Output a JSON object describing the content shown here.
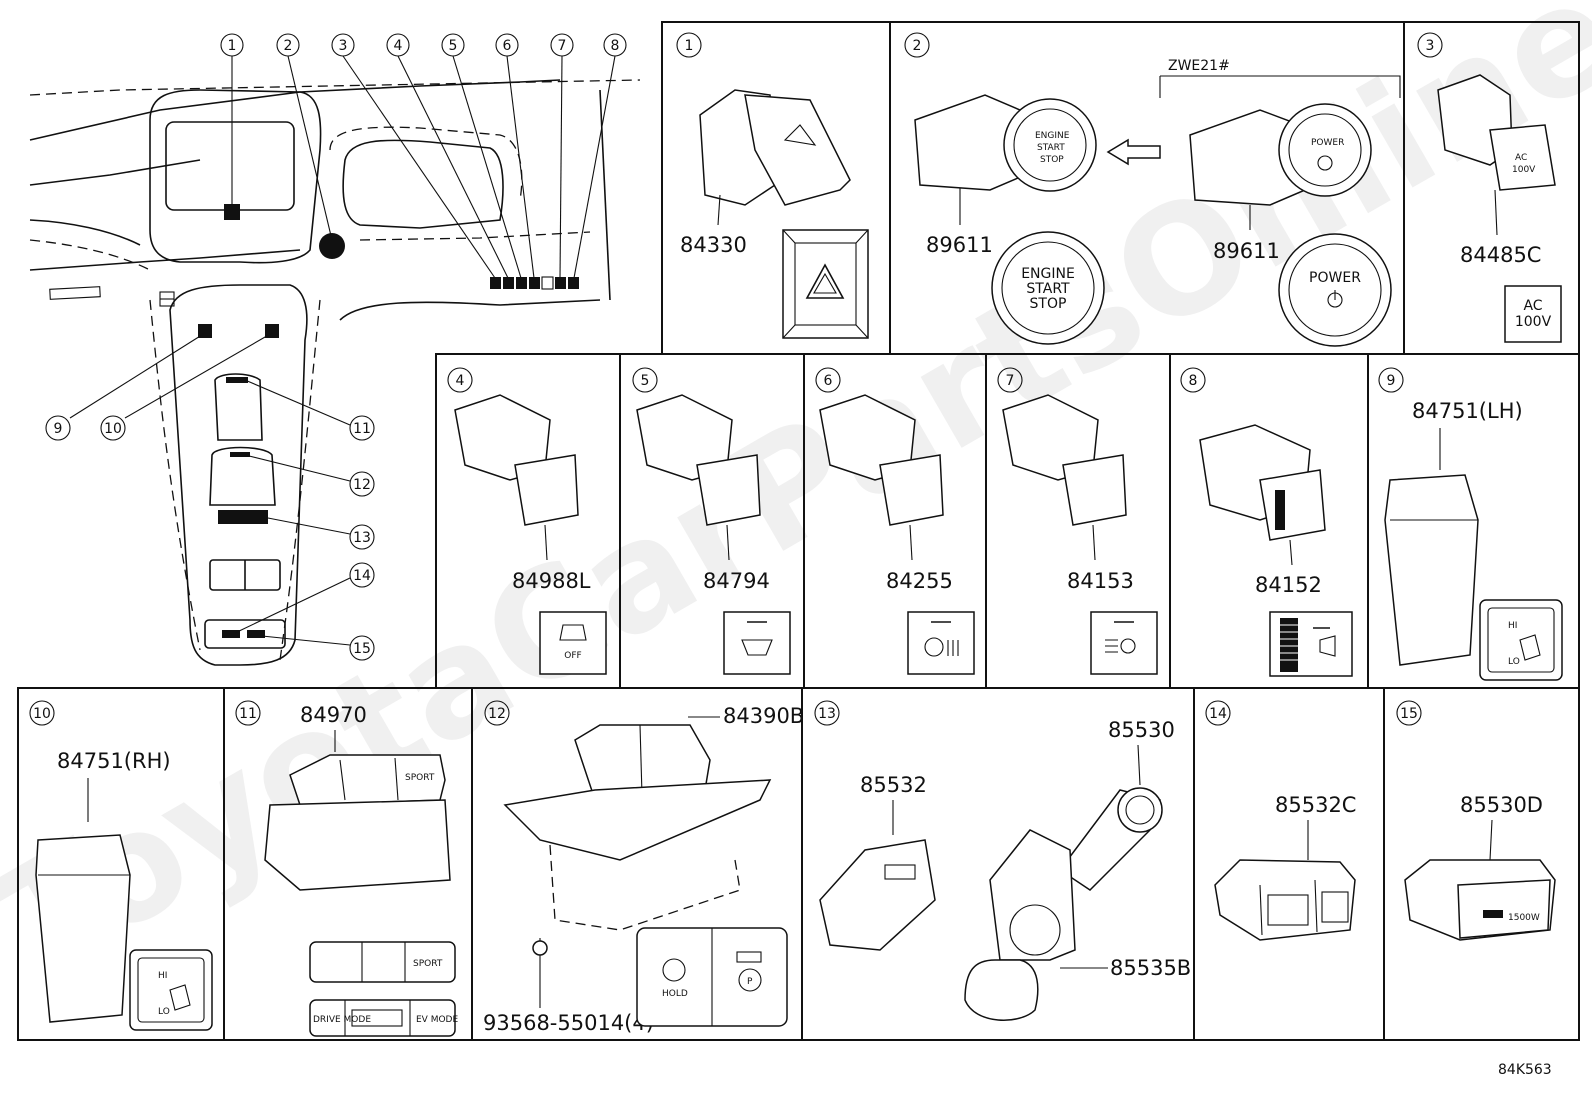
{
  "drawing_code": "84K563",
  "variant_label": "ZWE21#",
  "overview_callouts": [
    "1",
    "2",
    "3",
    "4",
    "5",
    "6",
    "7",
    "8",
    "9",
    "10",
    "11",
    "12",
    "13",
    "14",
    "15"
  ],
  "panels": [
    {
      "num": "1",
      "parts": [
        "84330"
      ]
    },
    {
      "num": "2",
      "parts": [
        "89611",
        "89611"
      ],
      "labels": [
        "ENGINE",
        "START",
        "STOP",
        "POWER"
      ]
    },
    {
      "num": "3",
      "parts": [
        "84485C"
      ],
      "labels": [
        "AC",
        "100V"
      ]
    },
    {
      "num": "4",
      "parts": [
        "84988L"
      ],
      "labels": [
        "OFF"
      ]
    },
    {
      "num": "5",
      "parts": [
        "84794"
      ]
    },
    {
      "num": "6",
      "parts": [
        "84255"
      ]
    },
    {
      "num": "7",
      "parts": [
        "84153"
      ]
    },
    {
      "num": "8",
      "parts": [
        "84152"
      ]
    },
    {
      "num": "9",
      "parts": [
        "84751(LH)"
      ],
      "labels": [
        "HI",
        "LO"
      ]
    },
    {
      "num": "10",
      "parts": [
        "84751(RH)"
      ],
      "labels": [
        "HI",
        "LO"
      ]
    },
    {
      "num": "11",
      "parts": [
        "84970"
      ],
      "labels": [
        "SPORT",
        "DRIVE MODE",
        "EV MODE"
      ]
    },
    {
      "num": "12",
      "parts": [
        "84390B",
        "93568-55014(4)"
      ],
      "labels": [
        "HOLD",
        "P"
      ]
    },
    {
      "num": "13",
      "parts": [
        "85532",
        "85530",
        "85535B"
      ]
    },
    {
      "num": "14",
      "parts": [
        "85532C"
      ]
    },
    {
      "num": "15",
      "parts": [
        "85530D"
      ],
      "labels": [
        "1500W"
      ]
    }
  ],
  "watermark": "ToyotaCarPartsOnline"
}
